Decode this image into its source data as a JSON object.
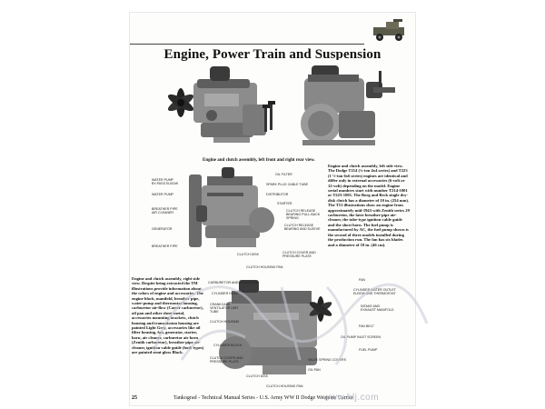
{
  "page": {
    "title": "Engine, Power Train and Suspension",
    "captions": {
      "top": "Engine and clutch assembly, left front and right rear view.",
      "middle_right": "Engine and clutch assembly, left side view. The Dodge T214 (¾-ton 4x4 series) and T223 (1 ½-ton 6x6 series) engines are identical and differ only in external accessories (6-volt or 12-volt) depending on the model. Engine serial numbers start with number T214-1001 or T223-1001. The Borg and Beck single dry-disk clutch has a diameter of 10 in. (254 mm). The T51 illustrations show an engine from approximately mid-1943 with Zenith series 29 carburetor, the later breather-pipe air-cleaner, the tube-type ignition-cable guide and the short horn. The fuel pump is manufactured by AC, the fuel pump shown is the second of three models installed during the production run. The fan has six blades and a diameter of 18 in. (46 cm).",
      "bottom_left": "Engine and clutch assembly, right side view. Despite being extracted the TM illustrations provide information about the colors of engine and accessories. The engine block, manifold, breather pipe, water-pump and thermostat housing, carburetor air-flow (Carter carburetor), oil pan and other sheet-metal, accessories mounting brackets, clutch housing and transmission housing are painted Light Grey, accessories like oil filter housing, fan, generator, starter, horn, air cleaner, carburetor air horn (Zenith carburetor), breather-pipe air-cleaner, ignition-cable guide (both types) are painted semi-gloss Black."
    },
    "labels_middle_left": [
      "WATER PUMP BY-PASS ELBOW",
      "WATER PUMP",
      "BREATHER PIPE AIR CLEANER",
      "GENERATOR",
      "BREATHER PIPE"
    ],
    "labels_middle_right": [
      "OIL FILTER",
      "SPARK PLUG CABLE TUBE",
      "DISTRIBUTOR",
      "STARTER",
      "CLUTCH RELEASE BEARING PULL-BACK SPRING",
      "CLUTCH RELEASE BEARING AND SLEEVE",
      "CLUTCH DISK",
      "CLUTCH COVER AND PRESSURE PLATE",
      "CLUTCH HOUSING PAN"
    ],
    "labels_bottom_left": [
      "CARBURETOR AND GOVERNOR",
      "CYLINDER HEAD",
      "CRANKCASE VENTILATOR UNIT TUBE",
      "CLUTCH HOUSING",
      "CYLINDER BLOCK",
      "CLUTCH COVER AND PRESSURE PLATE",
      "CLUTCH DISK",
      "CLUTCH HOUSING PAN"
    ],
    "labels_bottom_right": [
      "FAN",
      "CYLINDER WATER OUTLET ELBOW AND THERMOSTAT",
      "INTAKE AND EXHAUST MANIFOLD",
      "FAN BELT",
      "OIL PUMP INLET SCREEN",
      "FUEL PUMP",
      "VALVE SPRING COVERS",
      "OIL PAN"
    ],
    "footer": {
      "page_number": "25",
      "text": "Tankograd - Technical Manual Series - U.S. Army WW II Dodge Weapons Carrier"
    }
  },
  "watermark": {
    "url": "www.hlj.com"
  }
}
